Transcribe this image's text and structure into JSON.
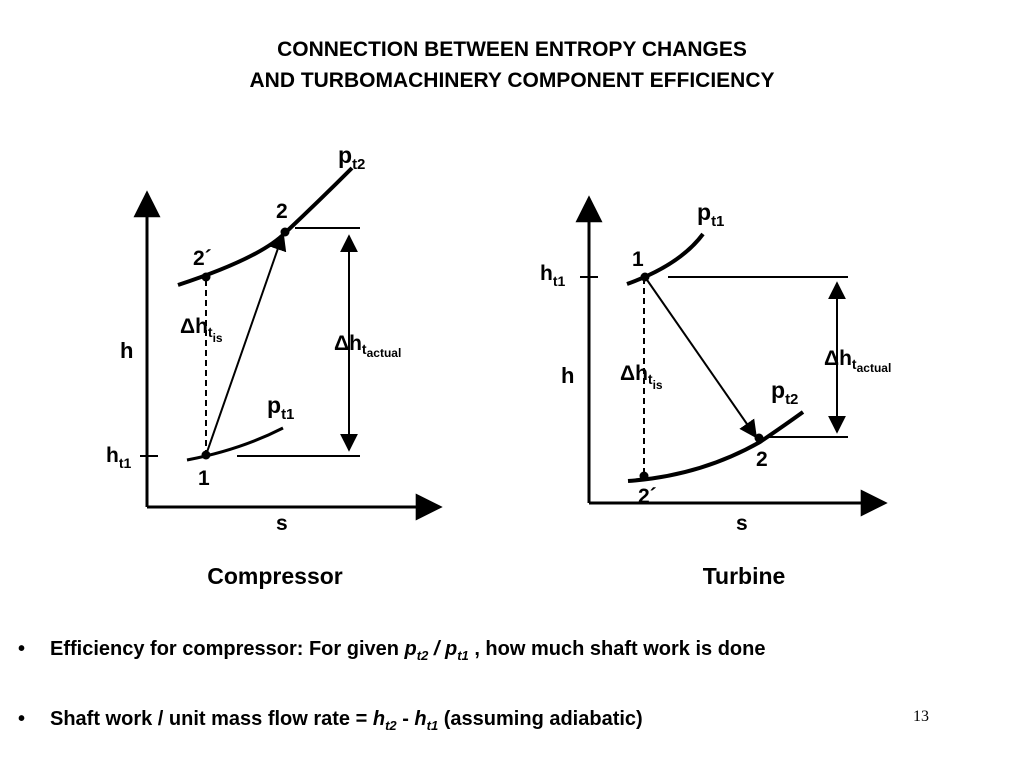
{
  "title": {
    "line1": "CONNECTION BETWEEN ENTROPY CHANGES",
    "line2": "AND TURBOMACHINERY COMPONENT EFFICIENCY"
  },
  "compressor": {
    "caption": "Compressor",
    "axis_x": "s",
    "axis_y": "h",
    "pressure_high": "p",
    "pressure_high_sub": "t2",
    "pressure_low": "p",
    "pressure_low_sub": "t1",
    "point_1": "1",
    "point_2": "2",
    "point_2s": "2´",
    "h_tick": "h",
    "h_tick_sub": "t1",
    "dh_is": "Δh",
    "dh_is_sub": "t",
    "dh_is_subsub": "is",
    "dh_actual": "Δh",
    "dh_actual_sub": "t",
    "dh_actual_subsub": "actual"
  },
  "turbine": {
    "caption": "Turbine",
    "axis_x": "s",
    "axis_y": "h",
    "pressure_high": "p",
    "pressure_high_sub": "t1",
    "pressure_low": "p",
    "pressure_low_sub": "t2",
    "point_1": "1",
    "point_2": "2",
    "point_2s": "2´",
    "h_tick": "h",
    "h_tick_sub": "t1",
    "dh_is": "Δh",
    "dh_is_sub": "t",
    "dh_is_subsub": "is",
    "dh_actual": "Δh",
    "dh_actual_sub": "t",
    "dh_actual_subsub": "actual"
  },
  "bullets": {
    "b1_text": "Efficiency for compressor:  For given ",
    "b1_p1": "p",
    "b1_p1_sub": "t2",
    "b1_slash": " / ",
    "b1_p2": "p",
    "b1_p2_sub": "t1",
    "b1_rest": " , how much shaft work is done",
    "b2_text": "Shaft work / unit mass flow rate = ",
    "b2_h1": "h",
    "b2_h1_sub": "t2",
    "b2_minus": " - ",
    "b2_h2": "h",
    "b2_h2_sub": "t1",
    "b2_rest": " (assuming adiabatic)",
    "bullet_char": "•"
  },
  "slide_number": "13"
}
